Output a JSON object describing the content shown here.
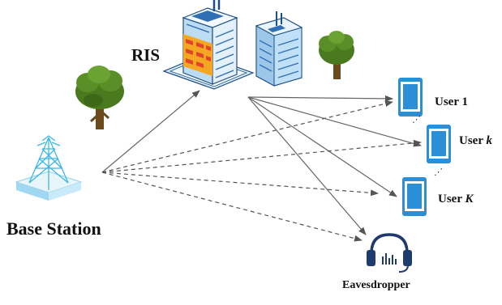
{
  "labels": {
    "ris": "RIS",
    "base_station": "Base Station",
    "user1": "User 1",
    "userk_prefix": "User ",
    "userk_var": "k",
    "userK_prefix": "User ",
    "userK_var": "K",
    "eavesdropper": "Eavesdropper",
    "dots": "⋰"
  },
  "icons": {
    "base_station": "base-station-tower-icon",
    "ris_building": "building-icon",
    "tree": "tree-icon",
    "phone": "smartphone-icon",
    "eavesdropper": "headset-icon"
  },
  "colors": {
    "building_blue": "#2f6fb3",
    "building_light": "#cfe6f7",
    "ris_panel_orange": "#f5a623",
    "ris_panel_red": "#e0452a",
    "phone_blue": "#2a8fd6",
    "tree_green": "#4a7a1e",
    "tree_trunk": "#6b4a1c",
    "bs_cyan": "#3cb6e6",
    "line_gray": "#666666",
    "headset_navy": "#1f3a6e"
  }
}
